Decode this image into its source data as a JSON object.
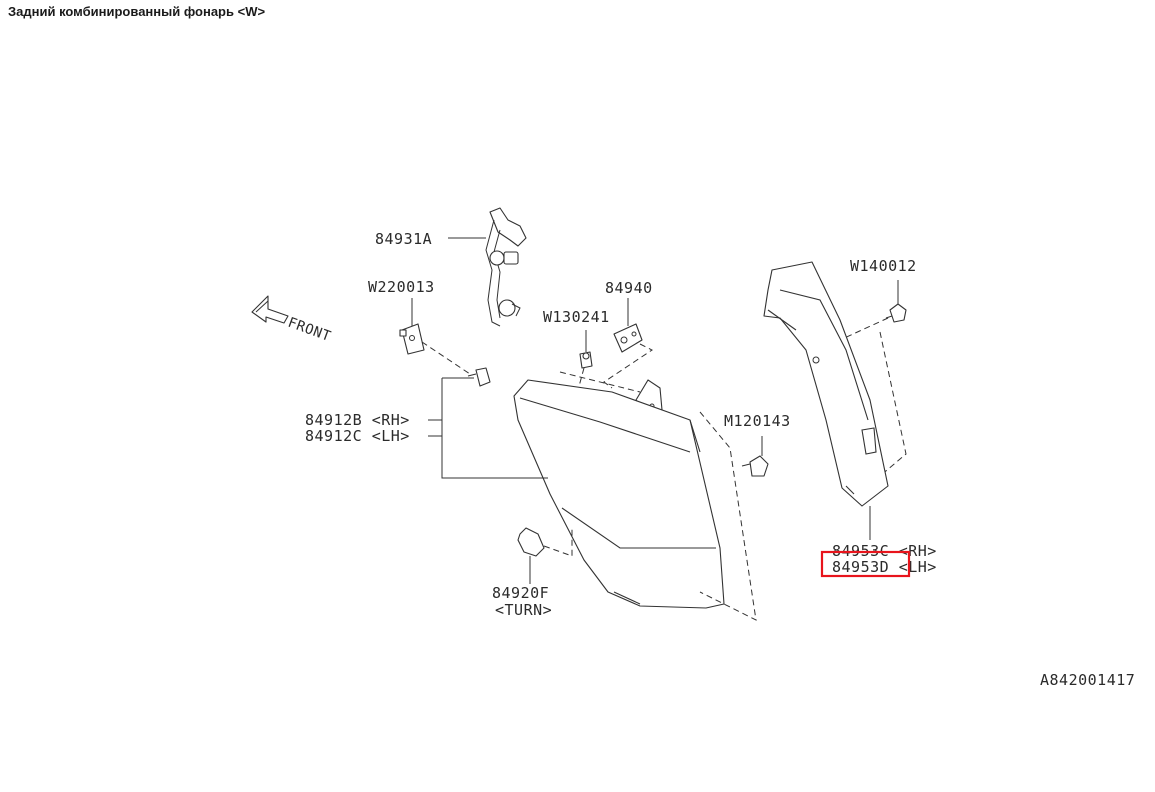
{
  "header": {
    "title": "Задний комбинированный фонарь <W>"
  },
  "diagram": {
    "front_label": "FRONT",
    "ref_code": "A842001417",
    "parts": [
      {
        "lines": [
          "84931A"
        ]
      },
      {
        "lines": [
          "W220013"
        ]
      },
      {
        "lines": [
          "84940"
        ]
      },
      {
        "lines": [
          "W130241"
        ]
      },
      {
        "lines": [
          "W140012"
        ]
      },
      {
        "lines": [
          "84912B <RH>",
          "84912C <LH>"
        ]
      },
      {
        "lines": [
          "M120143"
        ]
      },
      {
        "lines": [
          "84920F",
          "<TURN>"
        ]
      },
      {
        "lines": [
          "84953C <RH>",
          "84953D <LH>"
        ]
      }
    ],
    "highlighted_part": "84953D",
    "highlight_color": "#e8141c"
  }
}
